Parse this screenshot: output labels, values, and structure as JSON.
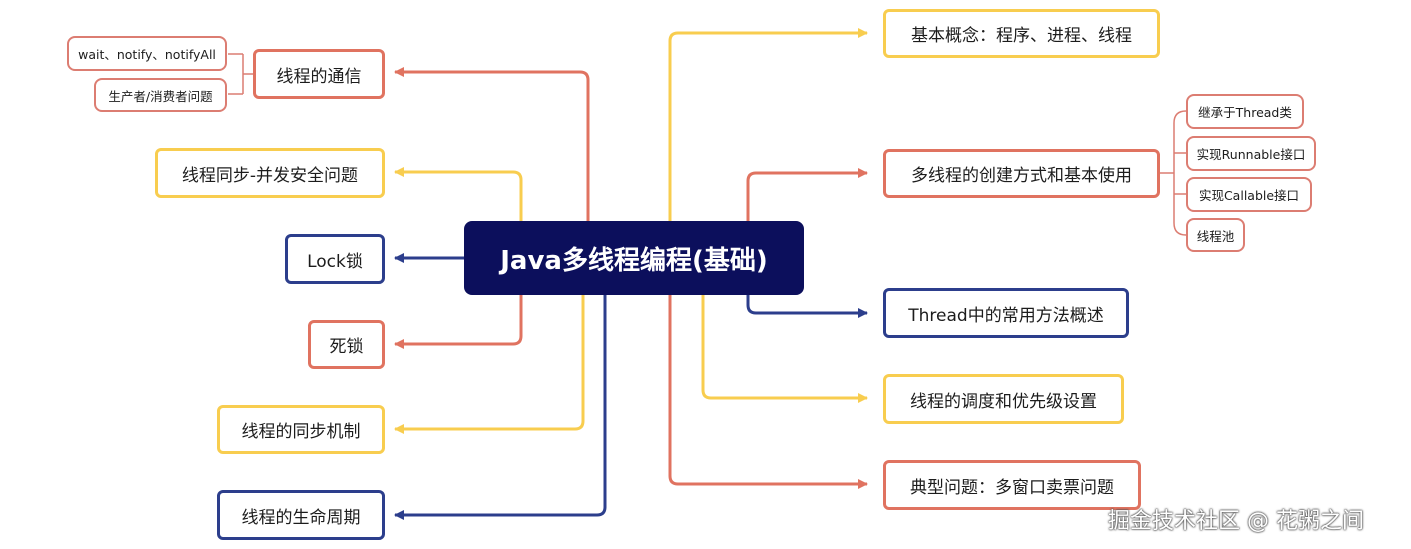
{
  "center": "Java多线程编程(基础)",
  "left": {
    "communication": "线程的通信",
    "comm_sub1": "wait、notify、notifyAll",
    "comm_sub2": "生产者/消费者问题",
    "sync_safety": "线程同步-并发安全问题",
    "lock": "Lock锁",
    "deadlock": "死锁",
    "sync_mechanism": "线程的同步机制",
    "lifecycle": "线程的生命周期"
  },
  "right": {
    "basic_concepts": "基本概念：程序、进程、线程",
    "creation": "多线程的创建方式和基本使用",
    "create_sub1": "继承于Thread类",
    "create_sub2": "实现Runnable接口",
    "create_sub3": "实现Callable接口",
    "create_sub4": "线程池",
    "thread_methods": "Thread中的常用方法概述",
    "scheduling": "线程的调度和优先级设置",
    "typical_problem": "典型问题：多窗口卖票问题"
  },
  "watermark": "掘金技术社区 @ 花粥之间",
  "colors": {
    "yellow": "#f8cd4f",
    "red": "#e07360",
    "navy": "#2c3e8c",
    "center_bg": "#0c0f5c"
  }
}
